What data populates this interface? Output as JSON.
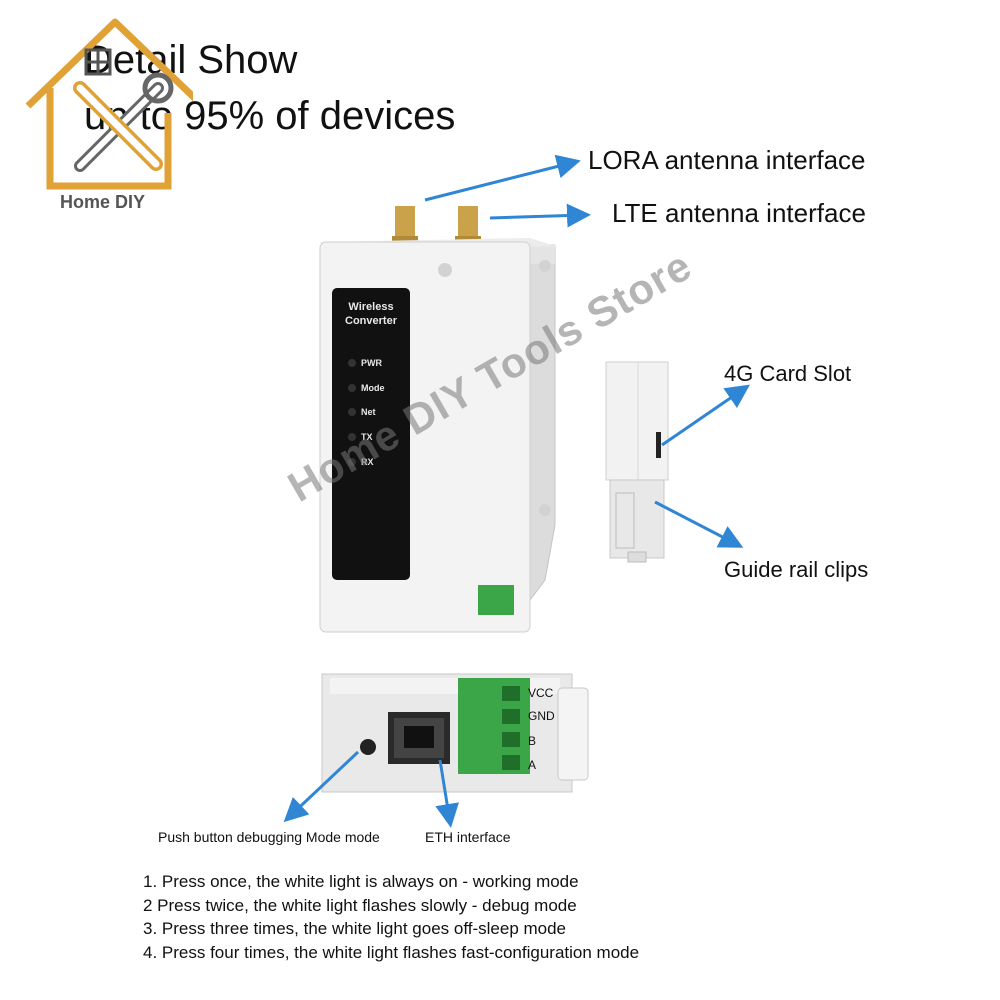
{
  "header": {
    "title_line1": "Detail Show",
    "title_line2": "up to 95% of devices"
  },
  "logo": {
    "text": "Home DIY",
    "color": "#e0a236"
  },
  "device": {
    "panel_text": [
      "Wireless",
      "Converter"
    ],
    "leds": [
      "PWR",
      "Mode",
      "Net",
      "TX",
      "RX"
    ]
  },
  "callouts": {
    "lora": "LORA antenna interface",
    "lte": "LTE antenna interface",
    "card_slot": "4G Card Slot",
    "rail_clips": "Guide rail clips",
    "push_button": "Push button debugging Mode mode",
    "eth": "ETH interface"
  },
  "terminal_labels": [
    "VCC",
    "GND",
    "B",
    "A"
  ],
  "watermark": "Home DIY Tools Store",
  "steps": [
    "1. Press once, the white light is always on - working mode",
    "2 Press twice, the white light flashes slowly - debug mode",
    "3. Press three times, the white light goes off-sleep mode",
    "4. Press four times, the white light flashes fast-configuration mode"
  ],
  "colors": {
    "arrow": "#2f86d4",
    "terminal": "#3aa648",
    "logo": "#e0a236",
    "panel": "#111111"
  }
}
